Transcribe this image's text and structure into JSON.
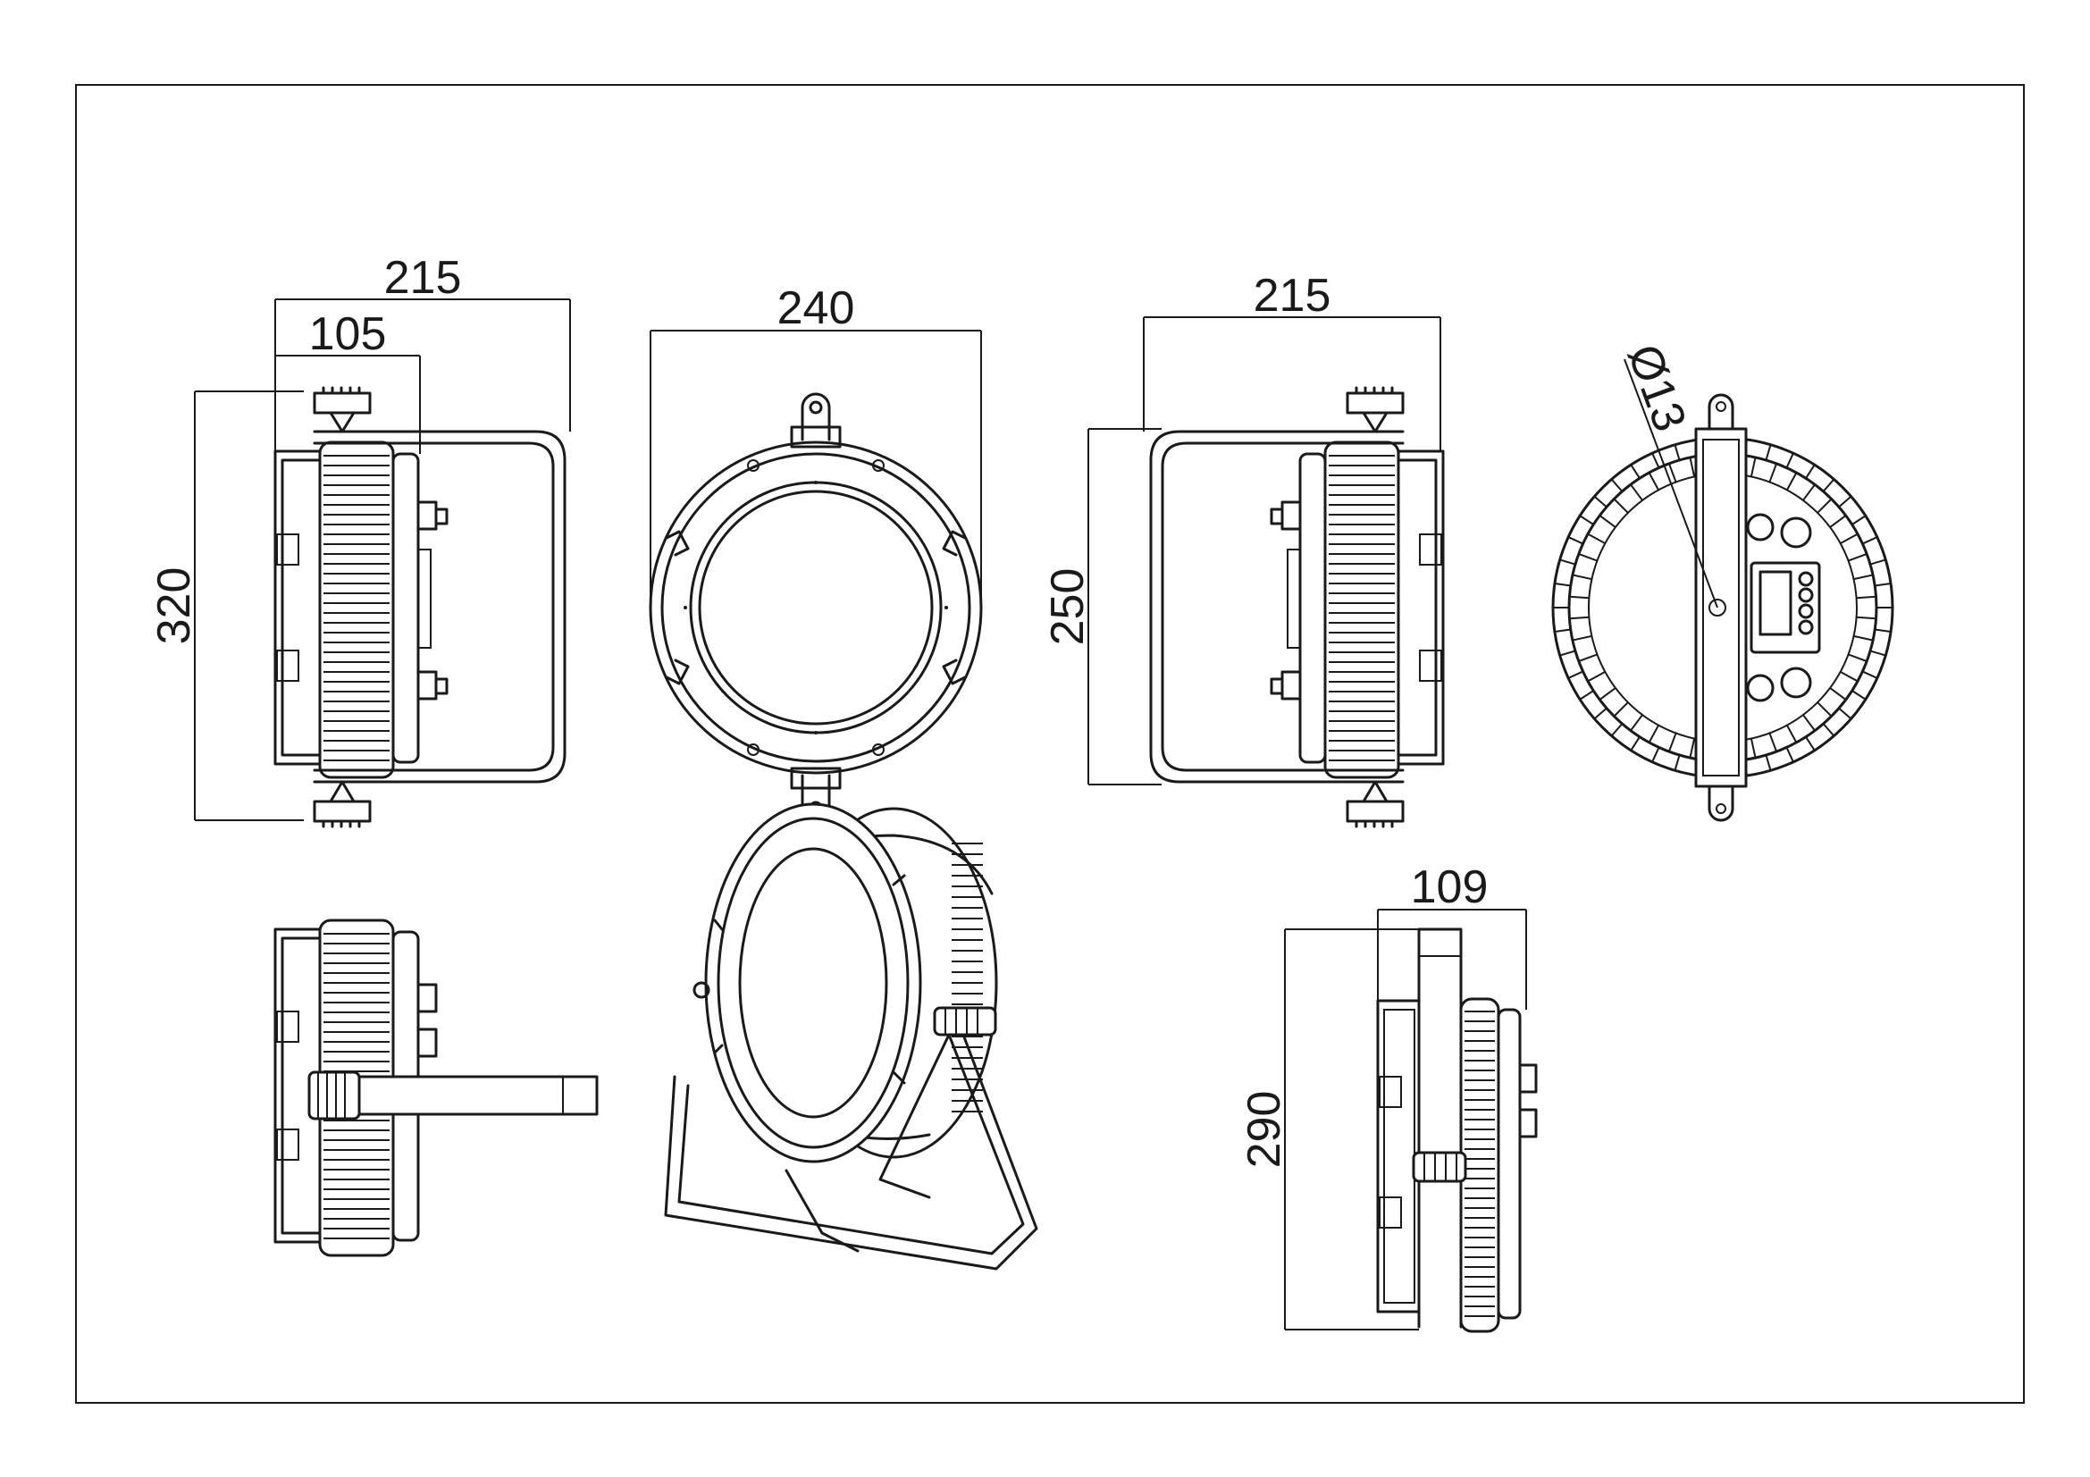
{
  "dimensions": {
    "side_left": {
      "overall_width": "215",
      "body_depth": "105",
      "height": "320"
    },
    "front": {
      "width": "240"
    },
    "side_right": {
      "overall_width": "215",
      "height": "250"
    },
    "rear": {
      "mount_hole_diameter": "Ø13"
    },
    "standing": {
      "depth": "109",
      "height": "290"
    }
  }
}
